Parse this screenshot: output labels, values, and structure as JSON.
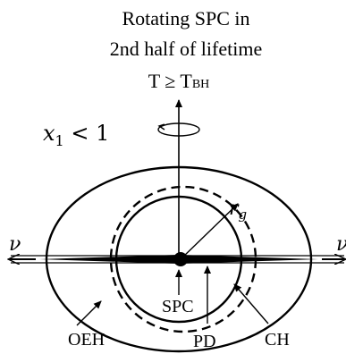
{
  "title": {
    "line1": "Rotating SPC in",
    "line2": "2nd  half of lifetime",
    "line3_prefix": "T ≥ T",
    "line3_sub": "BH"
  },
  "condition": {
    "variable": "x",
    "subscript": "1",
    "relation": " < 1"
  },
  "labels": {
    "radius_symbol": "r",
    "radius_sub": "g",
    "nu_left": "ν",
    "nu_right": "ν",
    "spc": "SPC",
    "oeh": "OEH",
    "pd": "PD",
    "ch": "CH"
  }
}
